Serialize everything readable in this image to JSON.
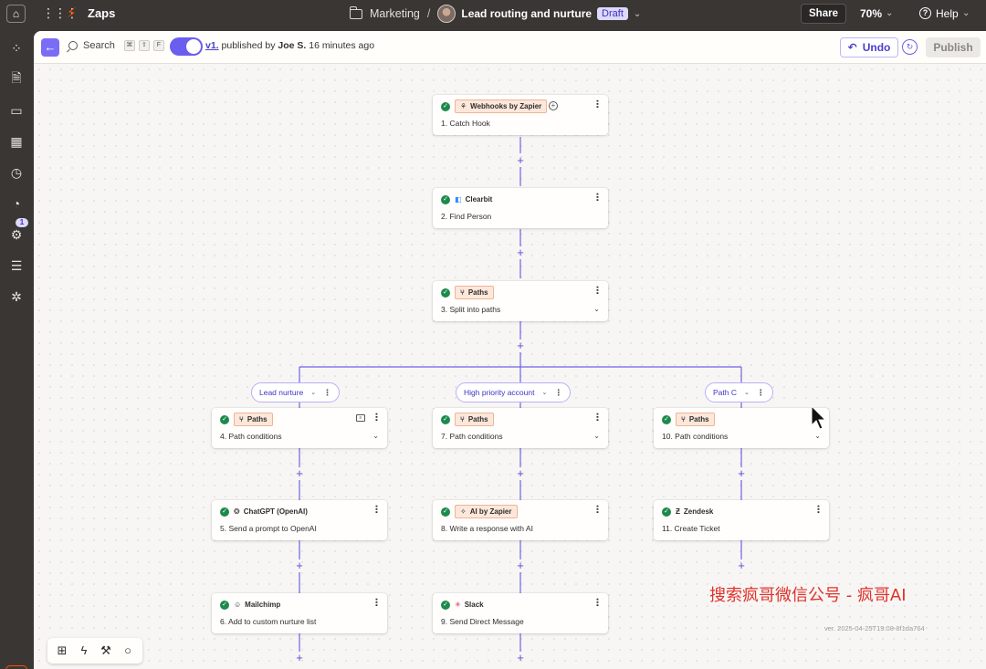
{
  "topbar": {
    "app_name": "Zaps",
    "folder": "Marketing",
    "separator": "/",
    "zap_name": "Lead routing and nurture",
    "status_badge": "Draft",
    "share_label": "Share",
    "zoom": "70%",
    "help_label": "Help"
  },
  "sidebar": {
    "notification_count": "1"
  },
  "editor_bar": {
    "search_label": "Search",
    "shortcut_keys": [
      "⌘",
      "⇧",
      "F"
    ],
    "version_link": "v1.",
    "published_text": " published by ",
    "publisher": "Joe S.",
    "published_time": " 16 minutes ago",
    "undo_label": "Undo",
    "publish_label": "Publish"
  },
  "steps": [
    {
      "app": "Webhooks by Zapier",
      "title": "1. Catch Hook",
      "pill": true
    },
    {
      "app": "Clearbit",
      "title": "2. Find Person",
      "pill": false
    },
    {
      "app": "Paths",
      "title": "3. Split into paths",
      "pill": true
    },
    {
      "app": "Paths",
      "title": "4. Path conditions",
      "pill": true
    },
    {
      "app": "ChatGPT (OpenAI)",
      "title": "5. Send a prompt to OpenAI",
      "pill": false
    },
    {
      "app": "Mailchimp",
      "title": "6. Add to custom nurture list",
      "pill": false
    },
    {
      "app": "Paths",
      "title": "7. Path conditions",
      "pill": true
    },
    {
      "app": "AI by Zapier",
      "title": "8. Write a response with AI",
      "pill": true
    },
    {
      "app": "Slack",
      "title": "9. Send Direct Message",
      "pill": false
    },
    {
      "app": "Paths",
      "title": "10. Path conditions",
      "pill": true
    },
    {
      "app": "Zendesk",
      "title": "11. Create Ticket",
      "pill": false
    }
  ],
  "paths": [
    {
      "label": "Lead nurture"
    },
    {
      "label": "High priority account"
    },
    {
      "label": "Path C"
    }
  ],
  "version_string": "ver. 2025-04-25T19:08-8f1da764",
  "watermark": "搜索疯哥微信公号 - 疯哥AI",
  "colors": {
    "accent": "#6a5ef0",
    "brand_orange": "#ff4f00",
    "success": "#1b8a4c",
    "app_pill_bg": "#fde7da"
  }
}
